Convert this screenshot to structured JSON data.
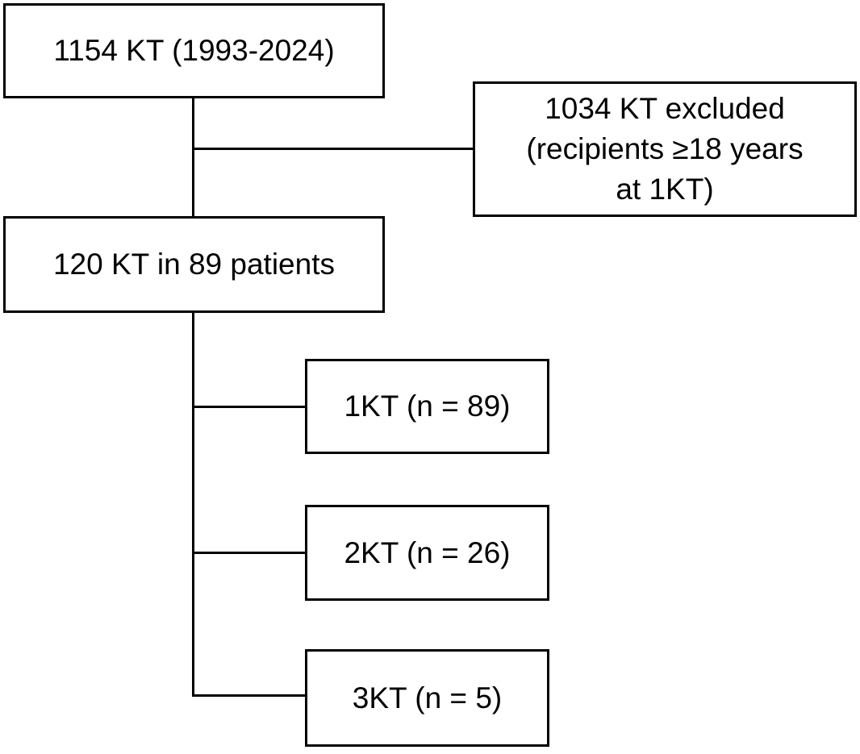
{
  "flowchart": {
    "total": {
      "label": "1154 KT (1993-2024)"
    },
    "excluded": {
      "lines": [
        "1034 KT excluded",
        "(recipients ≥18 years",
        "at 1KT)"
      ]
    },
    "included": {
      "label": "120 KT in 89 patients"
    },
    "groups": [
      {
        "label": "1KT (n = 89)"
      },
      {
        "label": "2KT (n = 26)"
      },
      {
        "label": "3KT (n = 5)"
      }
    ]
  }
}
